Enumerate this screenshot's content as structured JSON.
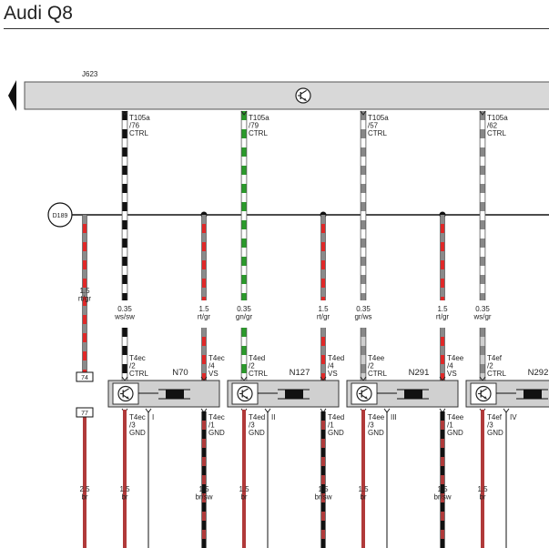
{
  "title": "Audi Q8",
  "control_unit": "J623",
  "ground_point": "D189",
  "header_pins": [
    {
      "label": [
        "T105a",
        "/76",
        "CTRL"
      ],
      "stripe": "#111111"
    },
    {
      "label": [
        "T105a",
        "/79",
        "CTRL"
      ],
      "stripe": "#2a9a2a"
    },
    {
      "label": [
        "T105a",
        "/57",
        "CTRL"
      ],
      "stripe": "#888888"
    },
    {
      "label": [
        "T105a",
        "/62",
        "CTRL"
      ],
      "stripe": "#888888"
    }
  ],
  "fuse_boxes": [
    "74",
    "77"
  ],
  "left_wire": {
    "mid": [
      "1.5",
      "rt/gr"
    ],
    "bottom": [
      "2.5",
      "br"
    ]
  },
  "components": [
    {
      "name": "N70",
      "numeral": "I",
      "ctrl_mid": [
        "0.35",
        "ws/sw"
      ],
      "vs_mid": [
        "1.5",
        "rt/gr"
      ],
      "top_ctrl": [
        "T4ec",
        "/2",
        "CTRL"
      ],
      "top_vs": [
        "T4ec",
        "/4",
        "VS"
      ],
      "bot_gnd1": [
        "T4ec",
        "/3",
        "GND"
      ],
      "bot_gnd2": [
        "T4ec",
        "/1",
        "GND"
      ],
      "bot1": [
        "1.5",
        "br"
      ],
      "bot2": [
        "1.5",
        "br/sw"
      ]
    },
    {
      "name": "N127",
      "numeral": "II",
      "ctrl_mid": [
        "0.35",
        "gn/gr"
      ],
      "vs_mid": [
        "1.5",
        "rt/gr"
      ],
      "top_ctrl": [
        "T4ed",
        "/2",
        "CTRL"
      ],
      "top_vs": [
        "T4ed",
        "/4",
        "VS"
      ],
      "bot_gnd1": [
        "T4ed",
        "/3",
        "GND"
      ],
      "bot_gnd2": [
        "T4ed",
        "/1",
        "GND"
      ],
      "bot1": [
        "1.5",
        "br"
      ],
      "bot2": [
        "1.5",
        "br/sw"
      ]
    },
    {
      "name": "N291",
      "numeral": "III",
      "ctrl_mid": [
        "0.35",
        "gr/ws"
      ],
      "vs_mid": [
        "1.5",
        "rt/gr"
      ],
      "top_ctrl": [
        "T4ee",
        "/2",
        "CTRL"
      ],
      "top_vs": [
        "T4ee",
        "/4",
        "VS"
      ],
      "bot_gnd1": [
        "T4ee",
        "/3",
        "GND"
      ],
      "bot_gnd2": [
        "T4ee",
        "/1",
        "GND"
      ],
      "bot1": [
        "1.5",
        "br"
      ],
      "bot2": [
        "1.5",
        "br/sw"
      ]
    },
    {
      "name": "N292",
      "numeral": "IV",
      "ctrl_mid": [
        "0.35",
        "ws/gr"
      ],
      "vs_mid": null,
      "top_ctrl": [
        "T4ef",
        "/2",
        "CTRL"
      ],
      "top_vs": null,
      "bot_gnd1": [
        "T4ef",
        "/3",
        "GND"
      ],
      "bot_gnd2": null,
      "bot1": [
        "1.5",
        "br"
      ],
      "bot2": null
    }
  ],
  "colors": {
    "red": "#e02828",
    "gray": "#8a8a8a",
    "black": "#111111",
    "green": "#2a9a2a",
    "brown": "#b03a3a",
    "bar_fill": "#d8d8d8",
    "box_fill": "#d0d0d0"
  }
}
